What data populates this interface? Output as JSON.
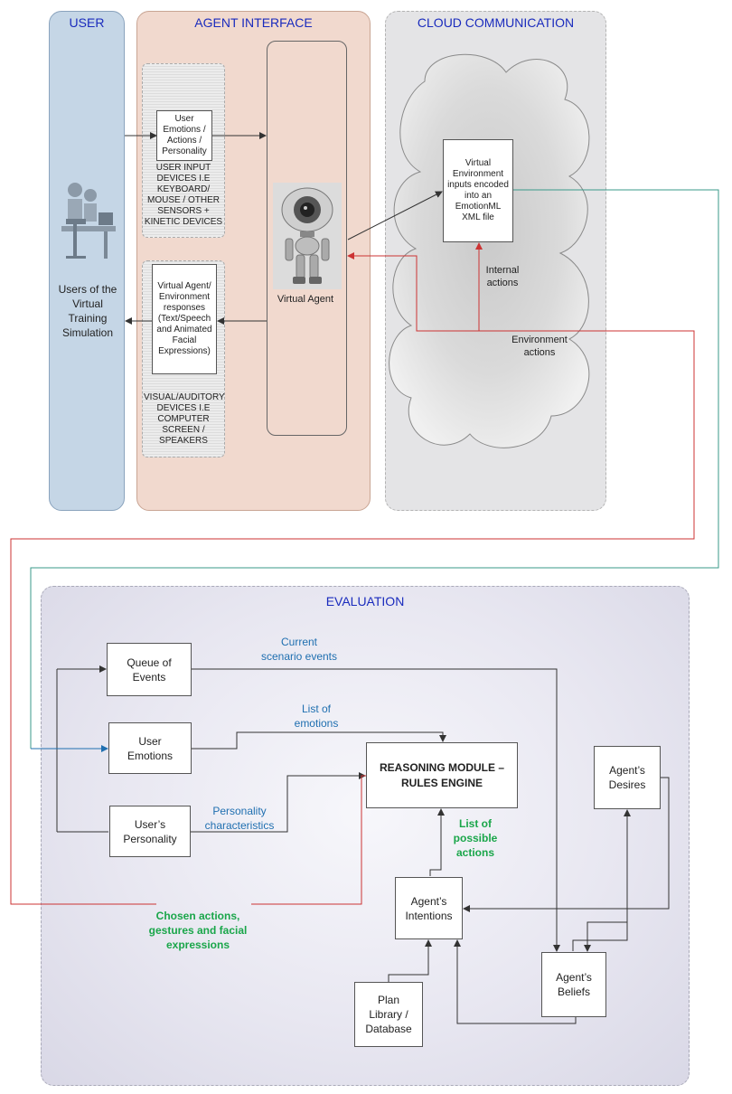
{
  "panels": {
    "user": {
      "title": "USER",
      "caption": "Users of the Virtual Training Simulation"
    },
    "agent_interface": {
      "title": "AGENT INTERFACE"
    },
    "cloud": {
      "title": "CLOUD COMMUNICATION"
    },
    "evaluation": {
      "title": "EVALUATION"
    }
  },
  "agent_interface": {
    "input_box": "User Emotions / Actions / Personality",
    "input_devices": "USER INPUT DEVICES I.E KEYBOARD/ MOUSE / OTHER SENSORS + KINETIC DEVICES",
    "output_box": "Virtual Agent/ Environment responses (Text/Speech and Animated Facial Expressions)",
    "output_devices": "VISUAL/AUDITORY DEVICES I.E COMPUTER SCREEN / SPEAKERS",
    "virtual_agent": "Virtual Agent"
  },
  "cloud": {
    "encoder_box": "Virtual Environment inputs encoded into an EmotionML XML file",
    "internal_actions": "Internal actions",
    "environment_actions": "Environment actions"
  },
  "evaluation": {
    "queue_of_events": "Queue of Events",
    "user_emotions": "User Emotions",
    "user_personality": "User’s Personality",
    "reasoning_module": "REASONING MODULE – RULES ENGINE",
    "agents_desires": "Agent’s Desires",
    "agents_intentions": "Agent’s Intentions",
    "agents_beliefs": "Agent’s Beliefs",
    "plan_library": "Plan Library / Database",
    "label_current_events": "Current scenario events",
    "label_list_emotions": "List of emotions",
    "label_personality": "Personality characteristics",
    "label_possible_actions": "List of possible actions",
    "label_chosen_actions": "Chosen actions, gestures and facial expressions"
  },
  "colors": {
    "user_panel": "#c5d6e6",
    "agent_panel": "#f1d9ce",
    "cloud_panel": "#e4e4e6",
    "evaluation_panel": "#e3e2ee",
    "title_blue": "#1a2bbd",
    "label_blue": "#1f6fb0",
    "label_green": "#1aa64a",
    "red_line": "#cc3333",
    "teal_line": "#3a9a8a"
  }
}
